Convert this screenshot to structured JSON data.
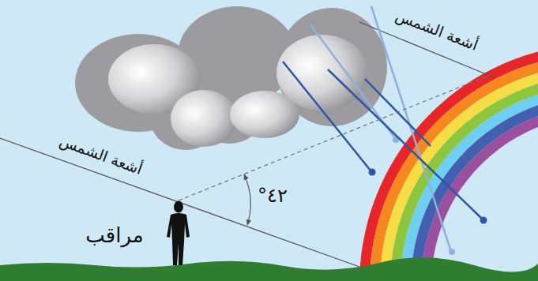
{
  "diagram": {
    "labels": [
      "أشعة الشمس",
      "أشعة الشمس",
      "٤٢°",
      "مراقب"
    ]
  }
}
